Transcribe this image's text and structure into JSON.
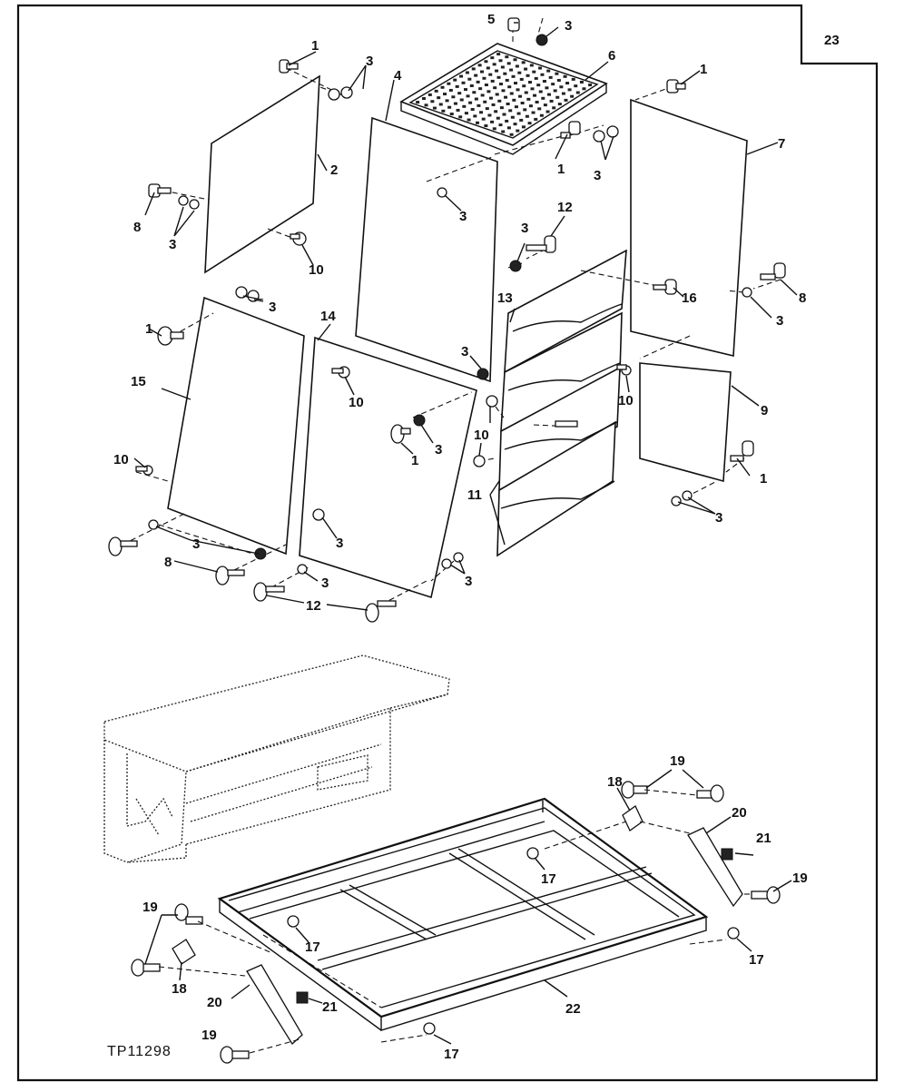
{
  "figure_id": "TP11298",
  "callouts": [
    {
      "id": "c1a",
      "text": "1"
    },
    {
      "id": "c1b",
      "text": "1"
    },
    {
      "id": "c1c",
      "text": "1"
    },
    {
      "id": "c1d",
      "text": "1"
    },
    {
      "id": "c1e",
      "text": "1"
    },
    {
      "id": "c1f",
      "text": "1"
    },
    {
      "id": "c2",
      "text": "2"
    },
    {
      "id": "c3a",
      "text": "3"
    },
    {
      "id": "c3b",
      "text": "3"
    },
    {
      "id": "c3c",
      "text": "3"
    },
    {
      "id": "c3d",
      "text": "3"
    },
    {
      "id": "c3e",
      "text": "3"
    },
    {
      "id": "c3f",
      "text": "3"
    },
    {
      "id": "c3g",
      "text": "3"
    },
    {
      "id": "c3h",
      "text": "3"
    },
    {
      "id": "c3i",
      "text": "3"
    },
    {
      "id": "c3j",
      "text": "3"
    },
    {
      "id": "c3k",
      "text": "3"
    },
    {
      "id": "c3l",
      "text": "3"
    },
    {
      "id": "c3m",
      "text": "3"
    },
    {
      "id": "c3n",
      "text": "3"
    },
    {
      "id": "c3o",
      "text": "3"
    },
    {
      "id": "c4",
      "text": "4"
    },
    {
      "id": "c5",
      "text": "5"
    },
    {
      "id": "c6",
      "text": "6"
    },
    {
      "id": "c7",
      "text": "7"
    },
    {
      "id": "c8a",
      "text": "8"
    },
    {
      "id": "c8b",
      "text": "8"
    },
    {
      "id": "c8c",
      "text": "8"
    },
    {
      "id": "c9",
      "text": "9"
    },
    {
      "id": "c10a",
      "text": "10"
    },
    {
      "id": "c10b",
      "text": "10"
    },
    {
      "id": "c10c",
      "text": "10"
    },
    {
      "id": "c10d",
      "text": "10"
    },
    {
      "id": "c10e",
      "text": "10"
    },
    {
      "id": "c11",
      "text": "11"
    },
    {
      "id": "c12a",
      "text": "12"
    },
    {
      "id": "c12b",
      "text": "12"
    },
    {
      "id": "c13",
      "text": "13"
    },
    {
      "id": "c14",
      "text": "14"
    },
    {
      "id": "c15",
      "text": "15"
    },
    {
      "id": "c16",
      "text": "16"
    },
    {
      "id": "c17a",
      "text": "17"
    },
    {
      "id": "c17b",
      "text": "17"
    },
    {
      "id": "c17c",
      "text": "17"
    },
    {
      "id": "c17d",
      "text": "17"
    },
    {
      "id": "c18a",
      "text": "18"
    },
    {
      "id": "c18b",
      "text": "18"
    },
    {
      "id": "c19a",
      "text": "19"
    },
    {
      "id": "c19b",
      "text": "19"
    },
    {
      "id": "c19c",
      "text": "19"
    },
    {
      "id": "c19d",
      "text": "19"
    },
    {
      "id": "c20a",
      "text": "20"
    },
    {
      "id": "c20b",
      "text": "20"
    },
    {
      "id": "c21a",
      "text": "21"
    },
    {
      "id": "c21b",
      "text": "21"
    },
    {
      "id": "c22",
      "text": "22"
    },
    {
      "id": "c23",
      "text": "23"
    }
  ]
}
